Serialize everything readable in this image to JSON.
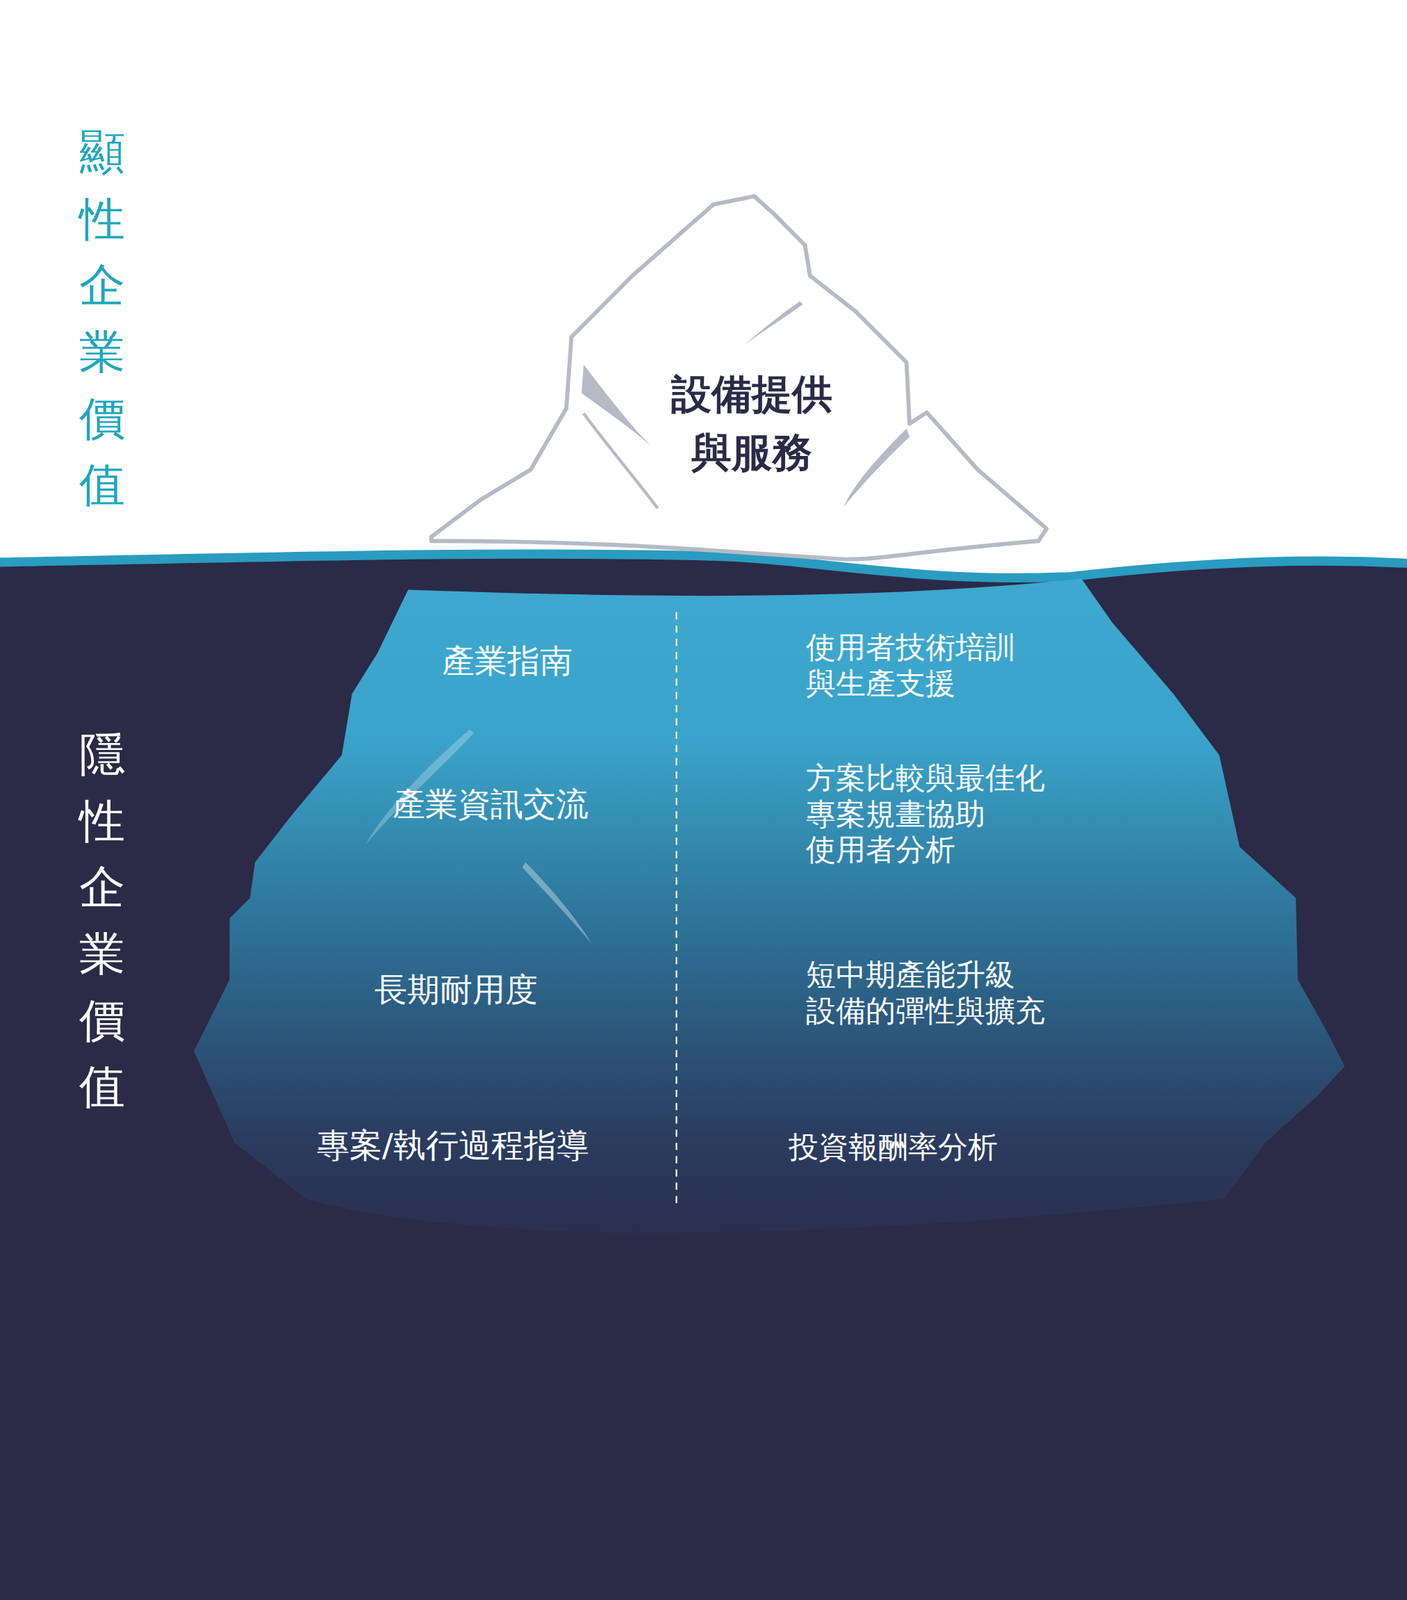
{
  "diagram": {
    "nodes": [
      {
        "text": [
          "設備提供 與服務"
        ]
      }
    ],
    "labels": [
      "顯性企業價值",
      "隱性企業價值",
      "產業指南",
      "產業資訊交流",
      "長期耐用度",
      "專案/執行過程指導",
      "使用者技術培訓 與生產支援",
      "方案比較與最佳化 專案規畫協助 使用者分析",
      "短中期產能升級 設備的彈性與擴充",
      "投資報酬率分析"
    ]
  }
}
